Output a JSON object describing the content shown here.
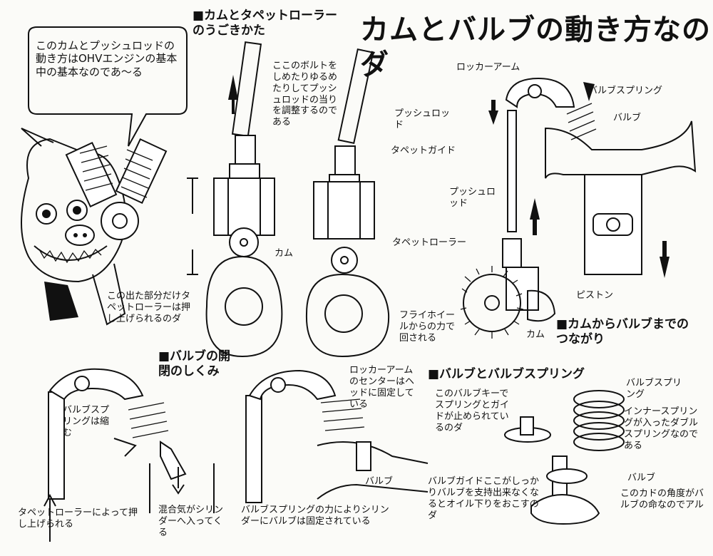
{
  "title": "カムとバルブの動き方なのダ",
  "speech_bubble": "このカムとプッシュロッドの動き方はOHVエンジンの基本中の基本なのであ〜る",
  "sections": {
    "cam_tappet_heading": "■カムとタペットローラーのうごきかた",
    "cam_to_valve_heading": "■カムからバルブまでのつながり",
    "valve_open_close_heading": "■バルブの開閉のしくみ",
    "valve_spring_heading": "■バルブとバルブスプリング"
  },
  "labels": {
    "bolt_note": "ここのボルトをしめたりゆるめたりしてプッシュロッドの当りを調整するのである",
    "pushrod": "プッシュロッド",
    "tappet_guide": "タペットガイド",
    "tappet_roller": "タペットローラー",
    "cam": "カム",
    "lift_note": "この出た部分だけタペットローラーは押し上げられるのダ",
    "rocker_arm": "ロッカーアーム",
    "valve_spring": "バルブスプリング",
    "valve": "バルブ",
    "pushrod_right": "プッシュロッド",
    "piston": "ピストン",
    "flywheel_note": "フライホイールからの力で回される",
    "cam_right": "カム",
    "spring_compress": "バルブスプリングは縮む",
    "tappet_push": "タペットローラーによって押し上げられる",
    "mixture": "混合気がシリンダーへ入ってくる",
    "rocker_center": "ロッカーアームのセンターはヘッドに固定している",
    "valve_mid": "バルブ",
    "spring_force": "バルブスプリングの力によりシリンダーにバルブは固定されている",
    "valve_key_note": "このバルブキーでスプリングとガイドが止められているのダ",
    "valve_spring_part": "バルブスプリング",
    "inner_spring_note": "インナースプリングが入ったダブルスプリングなのである",
    "valve_guide_note": "バルブガイドここがしっかりバルブを支持出来なくなるとオイル下りをおこすのダ",
    "valve_part": "バルブ",
    "angle_note": "このカドの角度がバルブの命なのでアル"
  }
}
